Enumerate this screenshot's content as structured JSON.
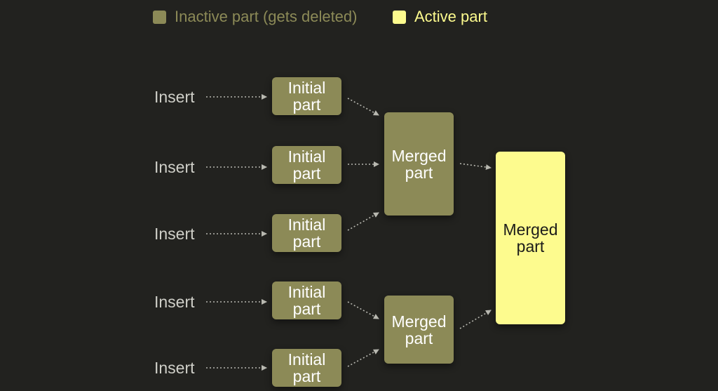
{
  "legend": {
    "inactive_label": "Inactive part (gets deleted)",
    "active_label": "Active part",
    "inactive_color": "#8c8a57",
    "active_color": "#fdfb8e"
  },
  "inserts": [
    "Insert",
    "Insert",
    "Insert",
    "Insert",
    "Insert"
  ],
  "initial_parts": [
    {
      "line1": "Initial",
      "line2": "part"
    },
    {
      "line1": "Initial",
      "line2": "part"
    },
    {
      "line1": "Initial",
      "line2": "part"
    },
    {
      "line1": "Initial",
      "line2": "part"
    },
    {
      "line1": "Initial",
      "line2": "part"
    }
  ],
  "merged_parts": [
    {
      "line1": "Merged",
      "line2": "part"
    },
    {
      "line1": "Merged",
      "line2": "part"
    }
  ],
  "final_part": {
    "line1": "Merged",
    "line2": "part"
  }
}
